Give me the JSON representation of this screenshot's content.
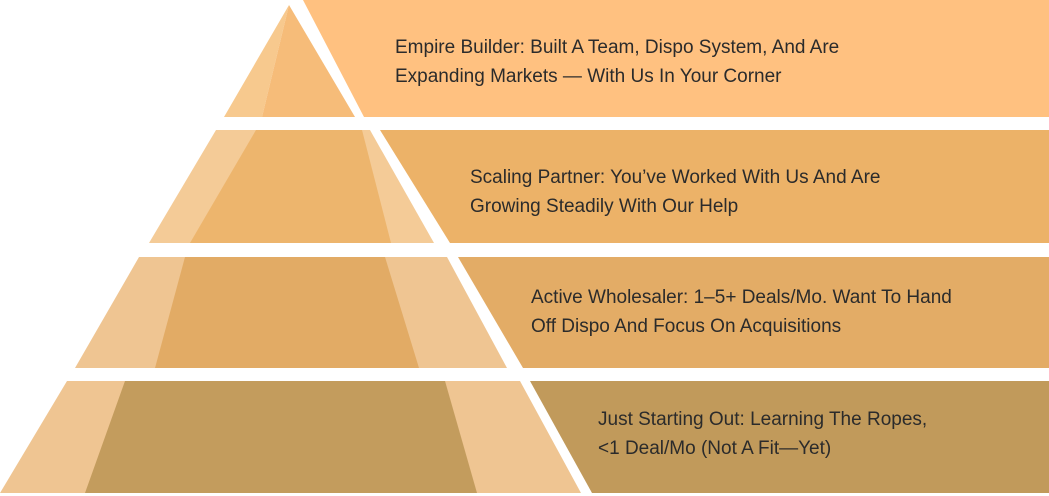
{
  "tiers": [
    {
      "line1": "Empire Builder: Built A Team, Dispo System, And Are",
      "line2": "Expanding Markets — With Us In Your Corner",
      "color": "#ffc180",
      "left_shade": "#f7c98e",
      "center_shade": "#f6bc79"
    },
    {
      "line1": "Scaling Partner: You’ve Worked With Us And Are",
      "line2": "Growing Steadily With Our Help",
      "color": "#ecb268",
      "left_shade": "#f4cb97",
      "center_shade": "#edb56d"
    },
    {
      "line1": "Active Wholesaler: 1–5+ Deals/Mo. Want To Hand",
      "line2": "Off Dispo And Focus On Acquisitions",
      "color": "#e3ac66",
      "left_shade": "#efc592",
      "center_shade": "#e2ab65"
    },
    {
      "line1": "Just Starting Out: Learning The Ropes,",
      "line2": "<1 Deal/Mo (Not A Fit—Yet)",
      "color": "#c19a5b",
      "left_shade": "#efc592",
      "center_shade": "#c39c5d"
    }
  ]
}
